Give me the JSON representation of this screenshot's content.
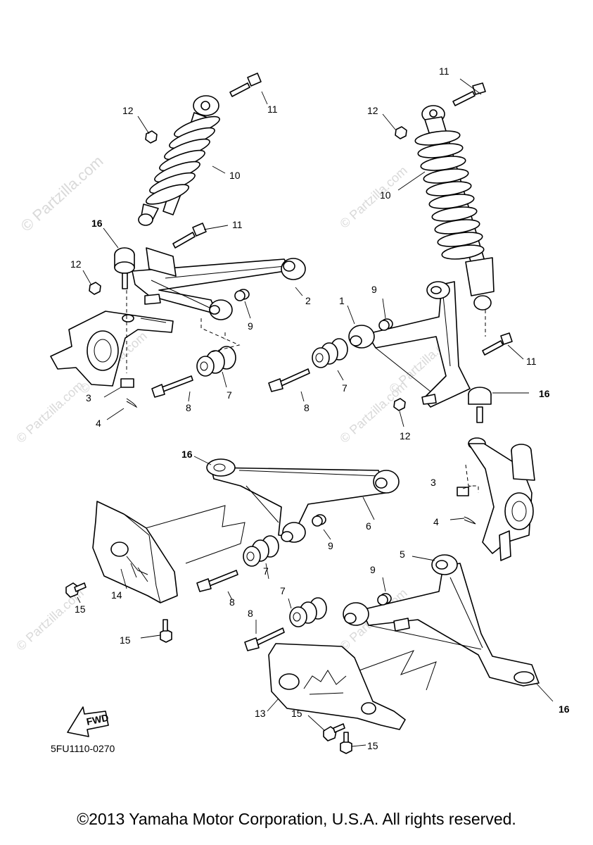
{
  "watermark": "© Partzilla.com",
  "diagram_code": "5FU1110-0270",
  "fwd_label": "FWD",
  "copyright": "©2013 Yamaha Motor Corporation, U.S.A. All rights reserved.",
  "labels": {
    "l1": "1",
    "l2": "2",
    "l3a": "3",
    "l3b": "3",
    "l4a": "4",
    "l4b": "4",
    "l5": "5",
    "l6": "6",
    "l7a": "7",
    "l7b": "7",
    "l7c": "7",
    "l7d": "7",
    "l8a": "8",
    "l8b": "8",
    "l8c": "8",
    "l8d": "8",
    "l9a": "9",
    "l9b": "9",
    "l9c": "9",
    "l9d": "9",
    "l10a": "10",
    "l10b": "10",
    "l11a": "11",
    "l11b": "11",
    "l11c": "11",
    "l11d": "11",
    "l12a": "12",
    "l12b": "12",
    "l12c": "12",
    "l12d": "12",
    "l13": "13",
    "l14": "14",
    "l15a": "15",
    "l15b": "15",
    "l15c": "15",
    "l15d": "15",
    "l16a": "16",
    "l16b": "16",
    "l16c": "16",
    "l16d": "16"
  }
}
